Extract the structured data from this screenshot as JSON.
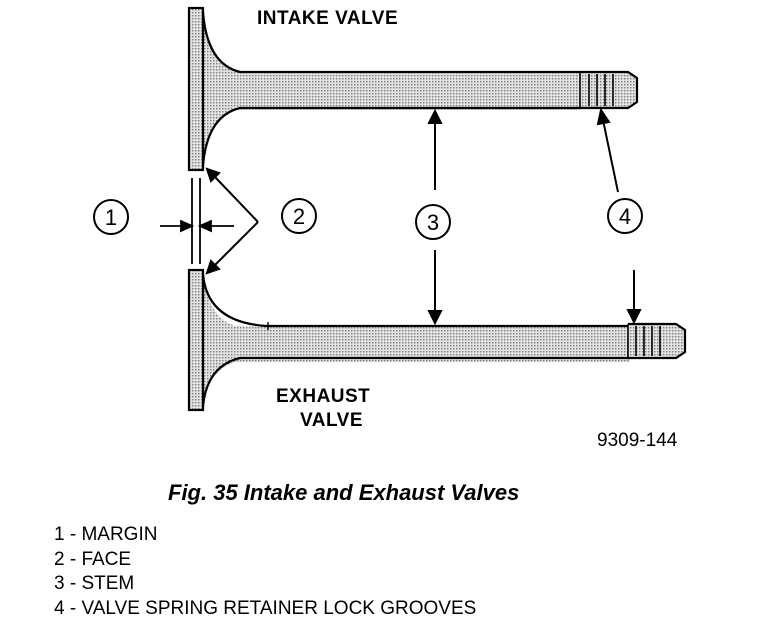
{
  "labels": {
    "intake": "INTAKE VALVE",
    "exhaust_line1": "EXHAUST",
    "exhaust_line2": "VALVE",
    "figure_number": "9309-144"
  },
  "callouts": [
    "1",
    "2",
    "3",
    "4"
  ],
  "caption": "Fig. 35 Intake and Exhaust Valves",
  "legend": [
    "1 - MARGIN",
    "2 - FACE",
    "3 - STEM",
    "4 - VALVE SPRING RETAINER LOCK GROOVES"
  ],
  "colors": {
    "ink": "#000000",
    "shade": "#bdbdbd",
    "background": "#ffffff"
  }
}
